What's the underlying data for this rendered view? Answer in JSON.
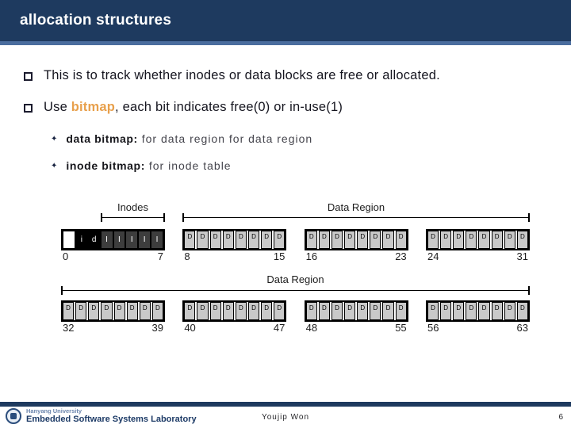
{
  "slide": {
    "title": "allocation structures",
    "page_number": "6"
  },
  "colors": {
    "header_bg": "#1e3a5f",
    "accent_line": "#4a6d9e",
    "highlight_orange": "#e8a04c",
    "data_block_fill": "#c9c9c9",
    "inode_table_fill": "#3d3d3d"
  },
  "icons": {
    "diamond_bullet": "✦"
  },
  "bullets": {
    "b1": "This is to track whether inodes or data blocks are free or allocated.",
    "b2_pre": "Use ",
    "b2_highlight": "bitmap",
    "b2_post": ", each bit indicates free(0) or in-use(1)"
  },
  "sub_bullets": [
    {
      "bold": "data bitmap:",
      "rest": " for data region for data region"
    },
    {
      "bold": "inode bitmap:",
      "rest": " for inode table"
    }
  ],
  "diagram": {
    "row1": {
      "inodes_label": "Inodes",
      "data_region_label": "Data Region",
      "groups": [
        {
          "type": "inode",
          "start": "0",
          "end": "7",
          "cells": [
            {
              "kind": "free",
              "label": ""
            },
            {
              "kind": "bitmap",
              "label": "i"
            },
            {
              "kind": "bitmap",
              "label": "d"
            },
            {
              "kind": "itable",
              "label": "I"
            },
            {
              "kind": "itable",
              "label": "I"
            },
            {
              "kind": "itable",
              "label": "I"
            },
            {
              "kind": "itable",
              "label": "I"
            },
            {
              "kind": "itable",
              "label": "I"
            }
          ]
        },
        {
          "type": "data",
          "start": "8",
          "end": "15",
          "cells": [
            {
              "kind": "data",
              "label": "D"
            },
            {
              "kind": "data",
              "label": "D"
            },
            {
              "kind": "data",
              "label": "D"
            },
            {
              "kind": "data",
              "label": "D"
            },
            {
              "kind": "data",
              "label": "D"
            },
            {
              "kind": "data",
              "label": "D"
            },
            {
              "kind": "data",
              "label": "D"
            },
            {
              "kind": "data",
              "label": "D"
            }
          ]
        },
        {
          "type": "data",
          "start": "16",
          "end": "23",
          "cells": [
            {
              "kind": "data",
              "label": "D"
            },
            {
              "kind": "data",
              "label": "D"
            },
            {
              "kind": "data",
              "label": "D"
            },
            {
              "kind": "data",
              "label": "D"
            },
            {
              "kind": "data",
              "label": "D"
            },
            {
              "kind": "data",
              "label": "D"
            },
            {
              "kind": "data",
              "label": "D"
            },
            {
              "kind": "data",
              "label": "D"
            }
          ]
        },
        {
          "type": "data",
          "start": "24",
          "end": "31",
          "cells": [
            {
              "kind": "data",
              "label": "D"
            },
            {
              "kind": "data",
              "label": "D"
            },
            {
              "kind": "data",
              "label": "D"
            },
            {
              "kind": "data",
              "label": "D"
            },
            {
              "kind": "data",
              "label": "D"
            },
            {
              "kind": "data",
              "label": "D"
            },
            {
              "kind": "data",
              "label": "D"
            },
            {
              "kind": "data",
              "label": "D"
            }
          ]
        }
      ]
    },
    "row2": {
      "data_region_label": "Data Region",
      "groups": [
        {
          "type": "data",
          "start": "32",
          "end": "39",
          "cells": [
            {
              "kind": "data",
              "label": "D"
            },
            {
              "kind": "data",
              "label": "D"
            },
            {
              "kind": "data",
              "label": "D"
            },
            {
              "kind": "data",
              "label": "D"
            },
            {
              "kind": "data",
              "label": "D"
            },
            {
              "kind": "data",
              "label": "D"
            },
            {
              "kind": "data",
              "label": "D"
            },
            {
              "kind": "data",
              "label": "D"
            }
          ]
        },
        {
          "type": "data",
          "start": "40",
          "end": "47",
          "cells": [
            {
              "kind": "data",
              "label": "D"
            },
            {
              "kind": "data",
              "label": "D"
            },
            {
              "kind": "data",
              "label": "D"
            },
            {
              "kind": "data",
              "label": "D"
            },
            {
              "kind": "data",
              "label": "D"
            },
            {
              "kind": "data",
              "label": "D"
            },
            {
              "kind": "data",
              "label": "D"
            },
            {
              "kind": "data",
              "label": "D"
            }
          ]
        },
        {
          "type": "data",
          "start": "48",
          "end": "55",
          "cells": [
            {
              "kind": "data",
              "label": "D"
            },
            {
              "kind": "data",
              "label": "D"
            },
            {
              "kind": "data",
              "label": "D"
            },
            {
              "kind": "data",
              "label": "D"
            },
            {
              "kind": "data",
              "label": "D"
            },
            {
              "kind": "data",
              "label": "D"
            },
            {
              "kind": "data",
              "label": "D"
            },
            {
              "kind": "data",
              "label": "D"
            }
          ]
        },
        {
          "type": "data",
          "start": "56",
          "end": "63",
          "cells": [
            {
              "kind": "data",
              "label": "D"
            },
            {
              "kind": "data",
              "label": "D"
            },
            {
              "kind": "data",
              "label": "D"
            },
            {
              "kind": "data",
              "label": "D"
            },
            {
              "kind": "data",
              "label": "D"
            },
            {
              "kind": "data",
              "label": "D"
            },
            {
              "kind": "data",
              "label": "D"
            },
            {
              "kind": "data",
              "label": "D"
            }
          ]
        }
      ]
    }
  },
  "footer": {
    "affiliation_line1": "Hanyang University",
    "affiliation_line2": "Embedded Software Systems Laboratory",
    "author": "Youjip Won"
  }
}
